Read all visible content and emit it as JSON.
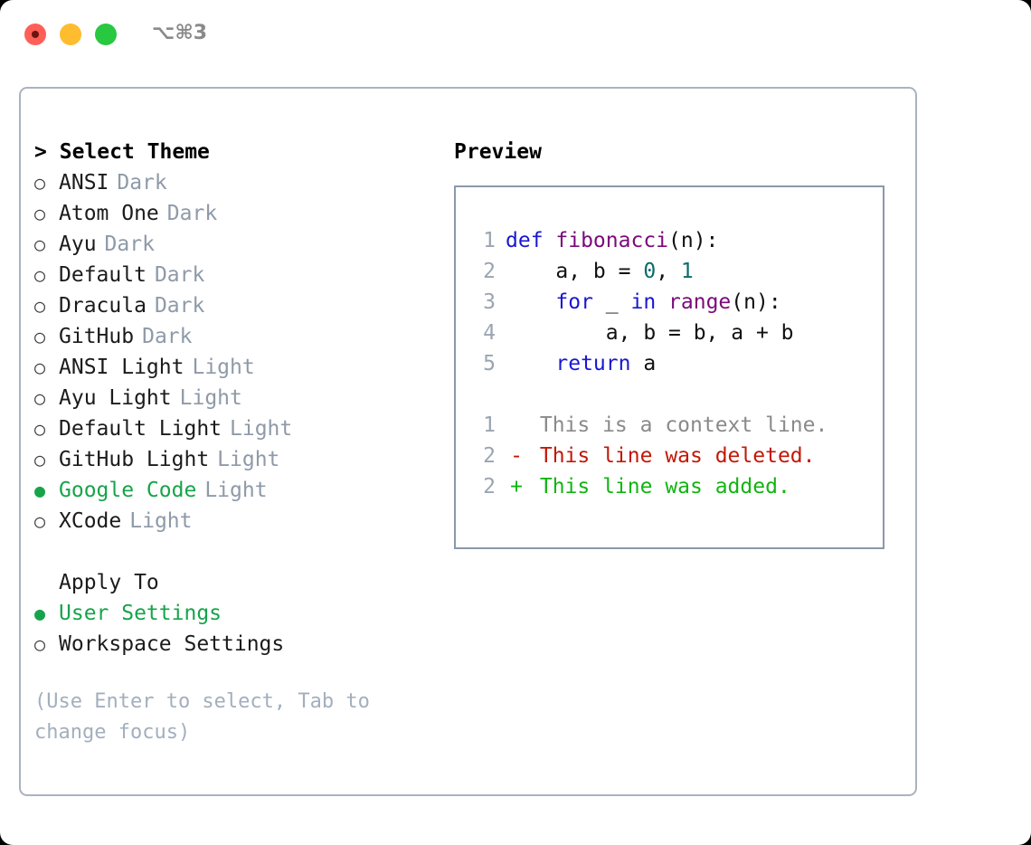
{
  "titlebar": {
    "shortcut": "⌥⌘3",
    "buttons": [
      {
        "name": "close",
        "color": "#ff5f57"
      },
      {
        "name": "minimize",
        "color": "#febc2e"
      },
      {
        "name": "maximize",
        "color": "#28c840"
      }
    ]
  },
  "theme_picker": {
    "prompt": ">",
    "title": "Select Theme",
    "marker_unselected": "○",
    "marker_selected": "●",
    "selected_color": "#16a44a",
    "variant_color": "#8e9aa8",
    "items": [
      {
        "marker": "○",
        "name": "ANSI",
        "variant": "Dark",
        "selected": false
      },
      {
        "marker": "○",
        "name": "Atom One",
        "variant": "Dark",
        "selected": false
      },
      {
        "marker": "○",
        "name": "Ayu",
        "variant": "Dark",
        "selected": false
      },
      {
        "marker": "○",
        "name": "Default",
        "variant": "Dark",
        "selected": false
      },
      {
        "marker": "○",
        "name": "Dracula",
        "variant": "Dark",
        "selected": false
      },
      {
        "marker": "○",
        "name": "GitHub",
        "variant": "Dark",
        "selected": false
      },
      {
        "marker": "○",
        "name": "ANSI Light",
        "variant": "Light",
        "selected": false
      },
      {
        "marker": "○",
        "name": "Ayu Light",
        "variant": "Light",
        "selected": false
      },
      {
        "marker": "○",
        "name": "Default Light",
        "variant": "Light",
        "selected": false
      },
      {
        "marker": "○",
        "name": "GitHub Light",
        "variant": "Light",
        "selected": false
      },
      {
        "marker": "●",
        "name": "Google Code",
        "variant": "Light",
        "selected": true
      },
      {
        "marker": "○",
        "name": "XCode",
        "variant": "Light",
        "selected": false
      }
    ]
  },
  "apply_to": {
    "title": "Apply To",
    "items": [
      {
        "marker": "●",
        "name": "User Settings",
        "selected": true
      },
      {
        "marker": "○",
        "name": "Workspace Settings",
        "selected": false
      }
    ]
  },
  "hint": "(Use Enter to select, Tab to change focus)",
  "preview": {
    "title": "Preview",
    "code_lines": [
      {
        "no": "1",
        "tokens": [
          {
            "t": "def ",
            "c": "kw"
          },
          {
            "t": "fibonacci",
            "c": "fn"
          },
          {
            "t": "(n):",
            "c": "pl"
          }
        ]
      },
      {
        "no": "2",
        "tokens": [
          {
            "t": "    a, b = ",
            "c": "pl"
          },
          {
            "t": "0",
            "c": "num"
          },
          {
            "t": ", ",
            "c": "pl"
          },
          {
            "t": "1",
            "c": "num"
          }
        ]
      },
      {
        "no": "3",
        "tokens": [
          {
            "t": "    ",
            "c": "pl"
          },
          {
            "t": "for",
            "c": "kw"
          },
          {
            "t": " _ ",
            "c": "pl"
          },
          {
            "t": "in",
            "c": "kw"
          },
          {
            "t": " ",
            "c": "pl"
          },
          {
            "t": "range",
            "c": "fn"
          },
          {
            "t": "(n):",
            "c": "pl"
          }
        ]
      },
      {
        "no": "4",
        "tokens": [
          {
            "t": "        a, b = b, a + b",
            "c": "pl"
          }
        ]
      },
      {
        "no": "5",
        "tokens": [
          {
            "t": "    ",
            "c": "pl"
          },
          {
            "t": "return",
            "c": "kw"
          },
          {
            "t": " a",
            "c": "pl"
          }
        ]
      }
    ],
    "diff_lines": [
      {
        "no": "1",
        "sign": " ",
        "text": "This is a context line.",
        "kind": "ctx"
      },
      {
        "no": "2",
        "sign": "-",
        "text": "This line was deleted.",
        "kind": "del"
      },
      {
        "no": "2",
        "sign": "+",
        "text": "This line was added.",
        "kind": "add"
      }
    ],
    "colors": {
      "keyword": "#1818d0",
      "function": "#7b0a7b",
      "number": "#0b6b6b",
      "plain": "#111111",
      "line_number": "#9aa5b1",
      "diff_context": "#8a8a8a",
      "diff_deleted": "#c21807",
      "diff_added": "#11b511"
    }
  }
}
